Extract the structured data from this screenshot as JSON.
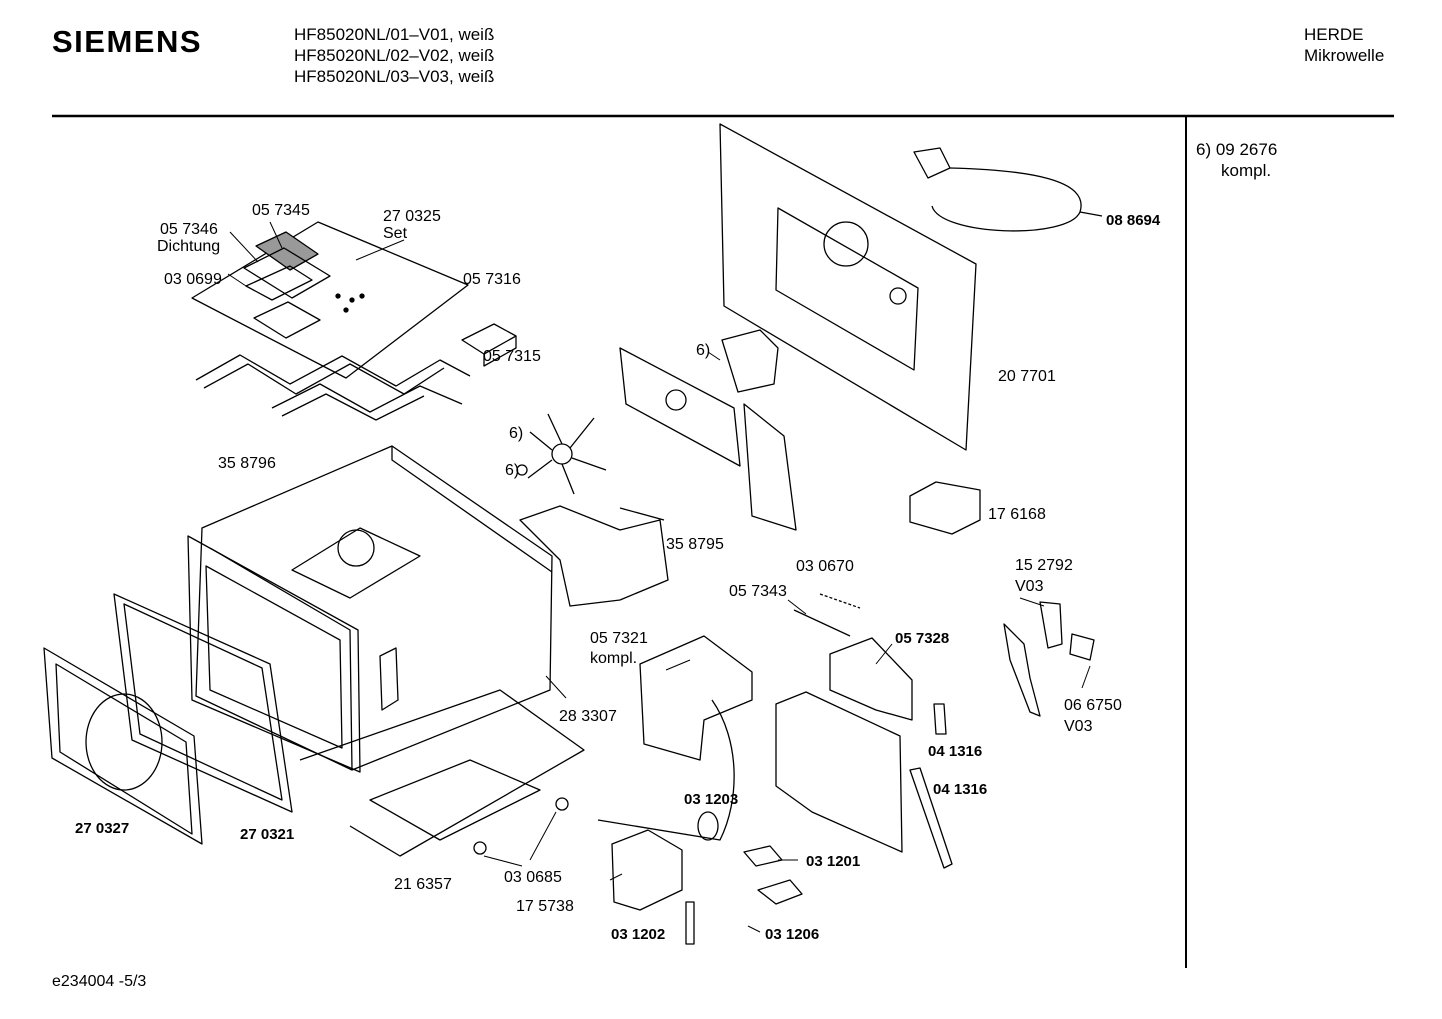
{
  "header": {
    "brand": "SIEMENS",
    "models": [
      "HF85020NL/01–V01, weiß",
      "HF85020NL/02–V02, weiß",
      "HF85020NL/03–V03, weiß"
    ],
    "category": [
      "HERDE",
      "Mikrowelle"
    ]
  },
  "side_note": [
    "6)  09 2676",
    "kompl."
  ],
  "footer": "e234004 -5/3",
  "labels": {
    "p057345": "05 7345",
    "p057346": "05 7346",
    "dichtung": "Dichtung",
    "p270325": "27 0325",
    "set": "Set",
    "p030699": "03 0699",
    "p057316": "05 7316",
    "p057315": "05 7315",
    "p358796": "35 8796",
    "p088694": "08 8694",
    "n6a": "6)",
    "p207701": "20 7701",
    "n6b": "6)",
    "n6c": "6)",
    "p358795": "35 8795",
    "p176168": "17 6168",
    "p030670": "03 0670",
    "p057343": "05 7343",
    "p152792": "15 2792",
    "v03a": "V03",
    "p057321": "05 7321",
    "kompl": "kompl.",
    "p057328": "05 7328",
    "p283307": "28 3307",
    "p066750": "06 6750",
    "v03b": "V03",
    "p041316a": "04 1316",
    "p041316b": "04 1316",
    "p031203": "03 1203",
    "p270327": "27 0327",
    "p270321": "27 0321",
    "p031201": "03 1201",
    "p030685": "03 0685",
    "p216357": "21 6357",
    "p175738": "17 5738",
    "p031202": "03 1202",
    "p031206": "03 1206"
  }
}
